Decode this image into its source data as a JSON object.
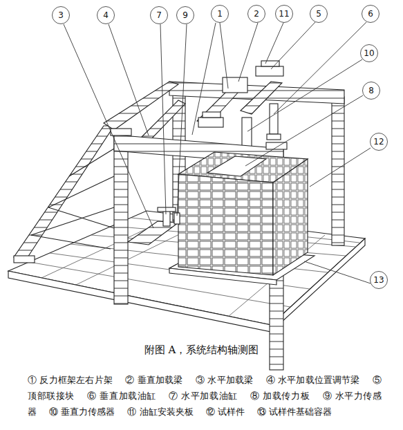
{
  "diagram": {
    "caption": "附图 A，系统结构轴测图",
    "labels": [
      "3",
      "4",
      "7",
      "9",
      "1",
      "2",
      "11",
      "5",
      "6",
      "10",
      "8",
      "12",
      "13",
      "① 反力框架左右片架",
      "② 垂直加载梁",
      "③ 水平加载梁",
      "④ 水平加载位置调节梁",
      "⑤ 顶部联接块",
      "⑥ 垂直加载油缸",
      "⑦ 水平加载油缸",
      "⑧ 加载传力板",
      "⑨ 水平力传感器",
      "⑩ 垂直力传感器",
      "⑪ 油缸安装夹板",
      "⑫ 试样件",
      "⑬ 试样件基础容器"
    ]
  }
}
